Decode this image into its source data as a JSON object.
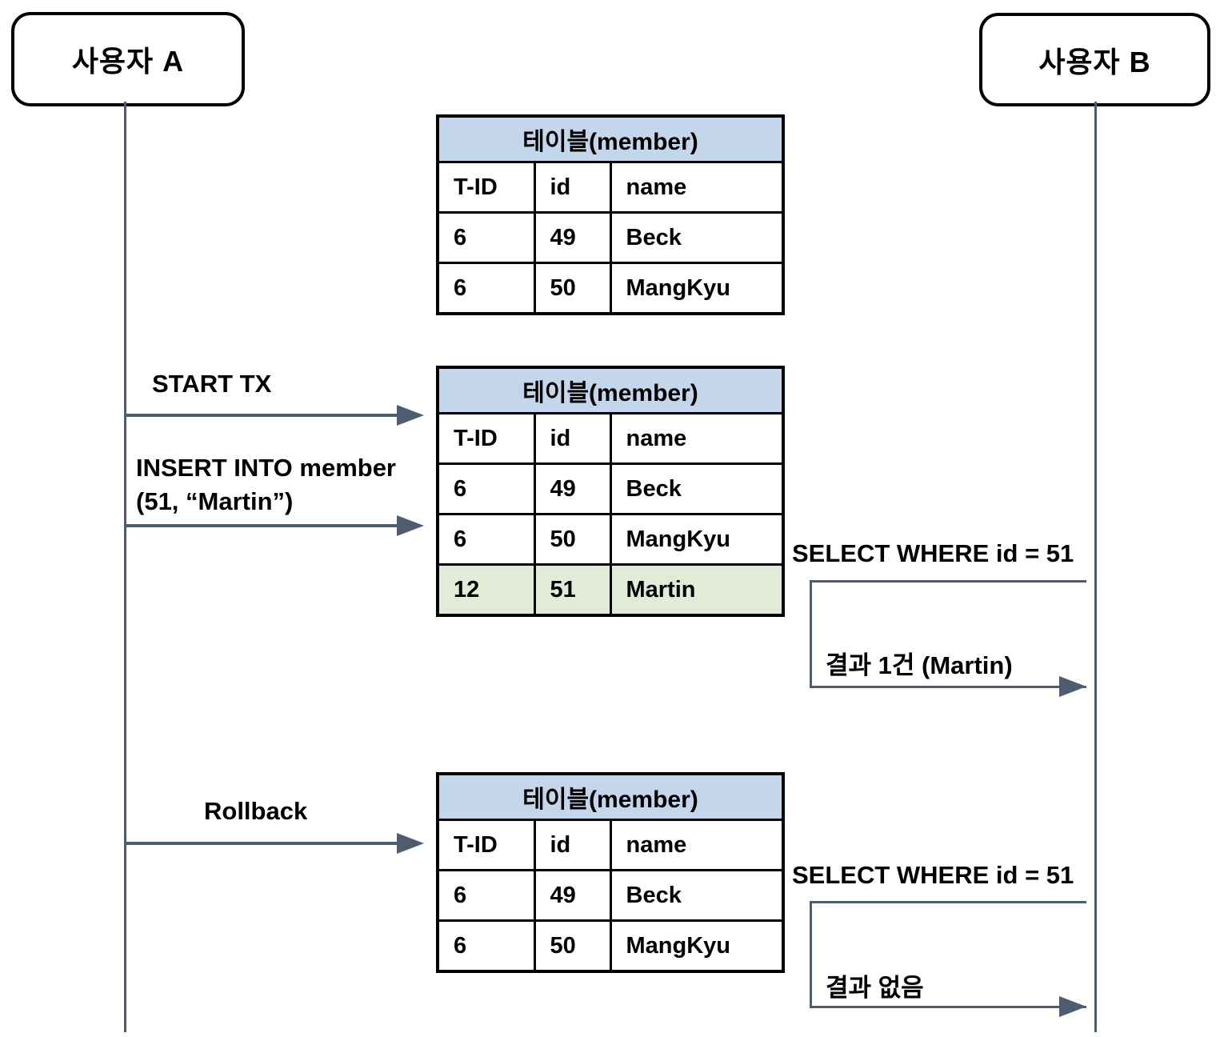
{
  "actors": {
    "a": "사용자 A",
    "b": "사용자 B"
  },
  "tables": [
    {
      "title": "테이블(member)",
      "columns": [
        "T-ID",
        "id",
        "name"
      ],
      "rows": [
        [
          "6",
          "49",
          "Beck"
        ],
        [
          "6",
          "50",
          "MangKyu"
        ]
      ]
    },
    {
      "title": "테이블(member)",
      "columns": [
        "T-ID",
        "id",
        "name"
      ],
      "rows": [
        [
          "6",
          "49",
          "Beck"
        ],
        [
          "6",
          "50",
          "MangKyu"
        ],
        [
          "12",
          "51",
          "Martin"
        ]
      ],
      "highlighted_row": "12, 51, Martin"
    },
    {
      "title": "테이블(member)",
      "columns": [
        "T-ID",
        "id",
        "name"
      ],
      "rows": [
        [
          "6",
          "49",
          "Beck"
        ],
        [
          "6",
          "50",
          "MangKyu"
        ]
      ]
    }
  ],
  "messages": {
    "start_tx": "START TX",
    "insert_line1": "INSERT INTO member",
    "insert_line2": "(51, “Martin”)",
    "rollback": "Rollback",
    "select1": "SELECT WHERE id = 51",
    "result1": "결과 1건 (Martin)",
    "select2": "SELECT WHERE id = 51",
    "result2": "결과 없음"
  },
  "colors": {
    "table_header_bg": "#c3d6ec",
    "highlight_row_bg": "#e2ebd8",
    "arrow": "#4e5c70"
  }
}
